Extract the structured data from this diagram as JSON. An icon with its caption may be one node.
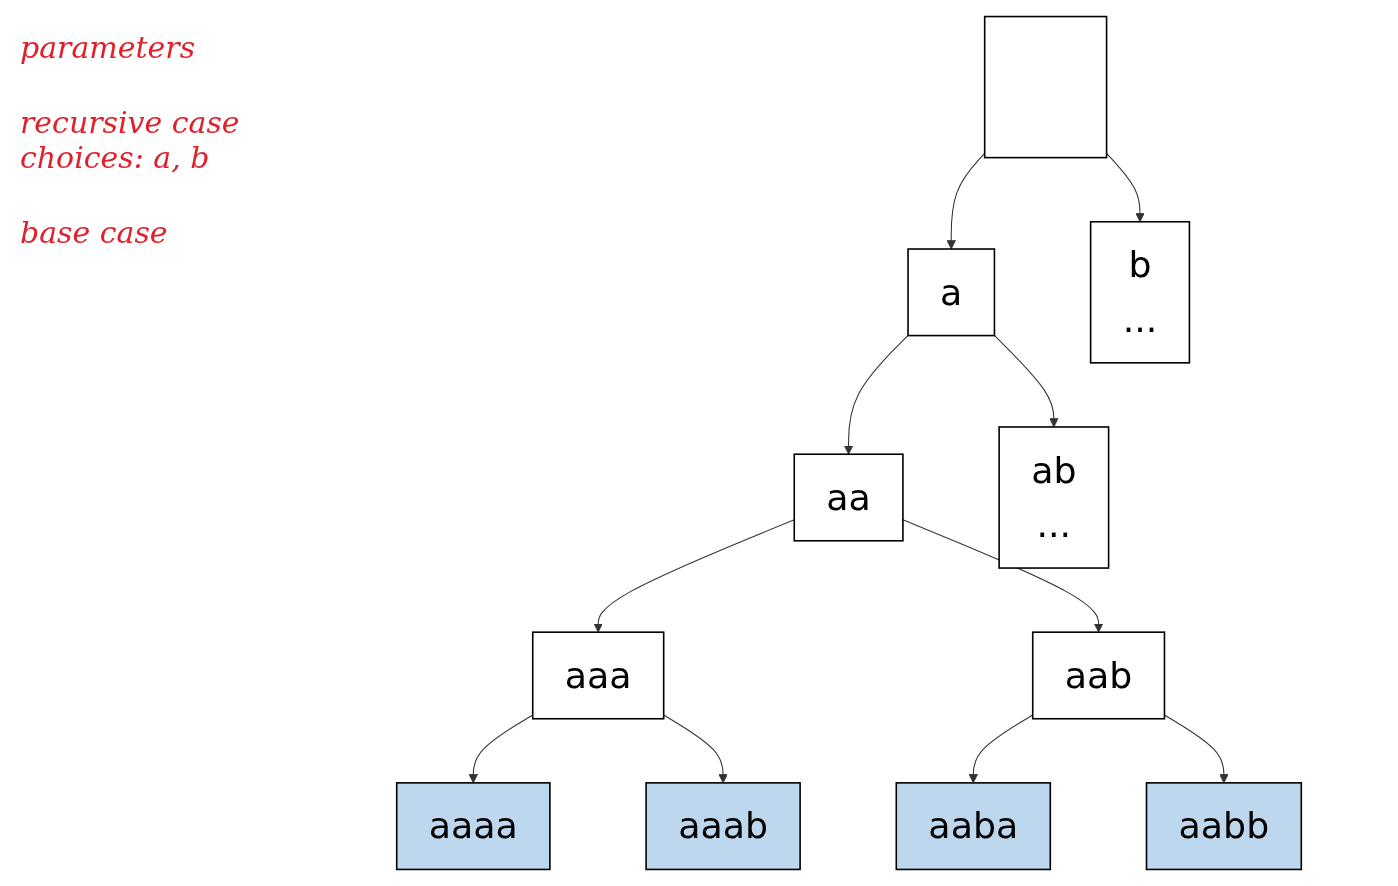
{
  "diagram": {
    "nodes": [
      {
        "text": [],
        "shape": "box"
      },
      {
        "text": [
          "a"
        ]
      },
      {
        "text": [
          "b",
          "..."
        ]
      },
      {
        "text": [
          "aa"
        ]
      },
      {
        "text": [
          "ab",
          "..."
        ]
      },
      {
        "text": [
          "aaa"
        ]
      },
      {
        "text": [
          "aab"
        ]
      },
      {
        "text": [
          "aaaa"
        ]
      },
      {
        "text": [
          "aaab"
        ]
      },
      {
        "text": [
          "aaba"
        ]
      },
      {
        "text": [
          "aabb"
        ]
      }
    ],
    "edges": [
      {
        "from": 0,
        "to": 1,
        "arrow": "to"
      },
      {
        "from": 0,
        "to": 2,
        "arrow": "to"
      },
      {
        "from": 1,
        "to": 3,
        "arrow": "to"
      },
      {
        "from": 1,
        "to": 4,
        "arrow": "to"
      },
      {
        "from": 3,
        "to": 5,
        "arrow": "to"
      },
      {
        "from": 3,
        "to": 6,
        "arrow": "to"
      },
      {
        "from": 5,
        "to": 7,
        "arrow": "to"
      },
      {
        "from": 5,
        "to": 8,
        "arrow": "to"
      },
      {
        "from": 6,
        "to": 9,
        "arrow": "to"
      },
      {
        "from": 6,
        "to": 10,
        "arrow": "to"
      }
    ],
    "labels": [
      "parameters",
      "recursive case choices: a, b",
      "base case"
    ]
  }
}
